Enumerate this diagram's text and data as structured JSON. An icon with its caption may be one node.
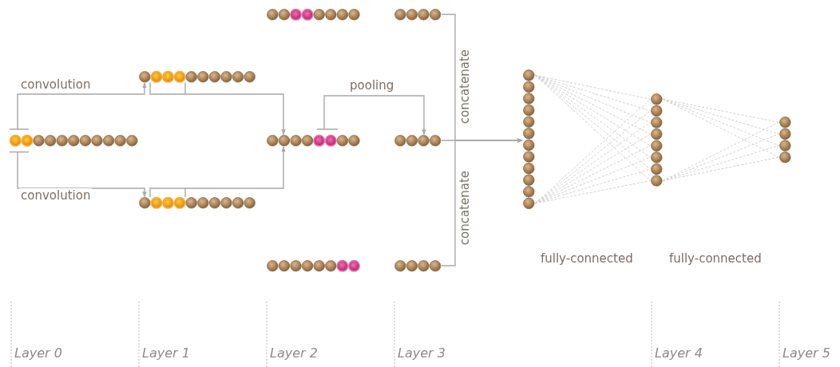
{
  "diagram": {
    "nodes": [
      {
        "text": [],
        "shape": "bar"
      },
      {
        "text": [],
        "shape": "bar"
      },
      {
        "text": [],
        "shape": "bar"
      },
      {
        "text": [],
        "shape": "bar"
      },
      {
        "text": [],
        "shape": "bar"
      },
      {
        "text": [],
        "shape": "bar"
      },
      {
        "text": [],
        "shape": "bar"
      },
      {
        "text": [],
        "shape": "bar"
      },
      {
        "text": [],
        "shape": "bar"
      },
      {
        "text": [],
        "shape": "bar"
      },
      {
        "text": [],
        "shape": "bar"
      },
      {
        "text": [],
        "shape": "bar"
      }
    ],
    "edges": [
      {
        "from": 0,
        "to": 1,
        "arrow": "to",
        "label": "convolution"
      },
      {
        "from": 0,
        "to": 2,
        "arrow": "to",
        "label": "convolution"
      },
      {
        "from": 1,
        "to": 4,
        "arrow": "to"
      },
      {
        "from": 2,
        "to": 4,
        "arrow": "to"
      },
      {
        "from": 4,
        "to": 7,
        "arrow": "to",
        "label": "pooling"
      },
      {
        "from": 6,
        "to": 9,
        "arrow": "to",
        "label": "concatenate"
      },
      {
        "from": 7,
        "to": 9,
        "arrow": "to"
      },
      {
        "from": 8,
        "to": 9,
        "arrow": "to",
        "label": "concatenate"
      },
      {
        "from": 9,
        "to": 10,
        "arrow": "none",
        "style": "dashed",
        "color": "#cccccc"
      },
      {
        "from": 10,
        "to": 11,
        "arrow": "none",
        "style": "dashed",
        "color": "#cccccc"
      }
    ],
    "labels": [
      "fully-connected",
      "fully-connected",
      "Layer 0",
      "Layer 1",
      "Layer 2",
      "Layer 3",
      "Layer 4",
      "Layer 5"
    ]
  }
}
